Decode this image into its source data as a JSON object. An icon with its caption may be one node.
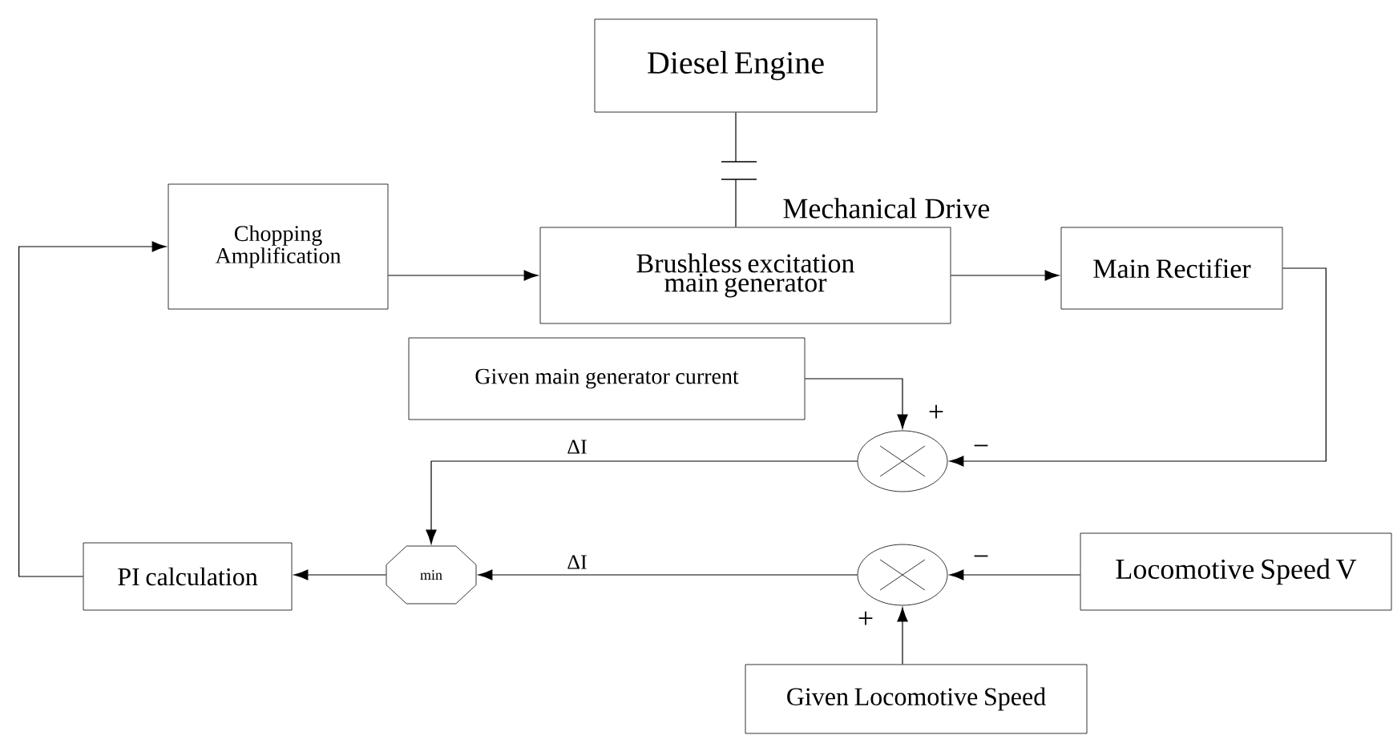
{
  "diagram": {
    "nodes": [
      {
        "text": [
          "Diesel Engine"
        ]
      },
      {
        "text": [
          "Chopping Amplification"
        ]
      },
      {
        "text": [
          "Brushless excitation main generator"
        ]
      },
      {
        "text": [
          "Main Rectifier"
        ]
      },
      {
        "text": [
          "Given main generator current"
        ]
      },
      {
        "text": [],
        "shape": "circle"
      },
      {
        "text": [
          "min"
        ]
      },
      {
        "text": [
          "PI calculation"
        ]
      },
      {
        "text": [],
        "shape": "circle"
      },
      {
        "text": [
          "Locomotive Speed V"
        ]
      },
      {
        "text": [
          "Given Locomotive Speed"
        ]
      }
    ],
    "edges": [
      {
        "from": 0,
        "to": 2,
        "arrow": "none",
        "label": "Mechanical Drive"
      },
      {
        "from": 1,
        "to": 2,
        "arrow": "to"
      },
      {
        "from": 2,
        "to": 3,
        "arrow": "to"
      },
      {
        "from": 3,
        "to": 5,
        "arrow": "to",
        "label": "−"
      },
      {
        "from": 4,
        "to": 5,
        "arrow": "to",
        "label": "+"
      },
      {
        "from": 5,
        "to": 6,
        "arrow": "to",
        "label": "ΔI"
      },
      {
        "from": 8,
        "to": 6,
        "arrow": "to",
        "label": "ΔI"
      },
      {
        "from": 6,
        "to": 7,
        "arrow": "to"
      },
      {
        "from": 7,
        "to": 1,
        "arrow": "to"
      },
      {
        "from": 9,
        "to": 8,
        "arrow": "to",
        "label": "−"
      },
      {
        "from": 10,
        "to": 8,
        "arrow": "to",
        "label": "+"
      }
    ]
  }
}
